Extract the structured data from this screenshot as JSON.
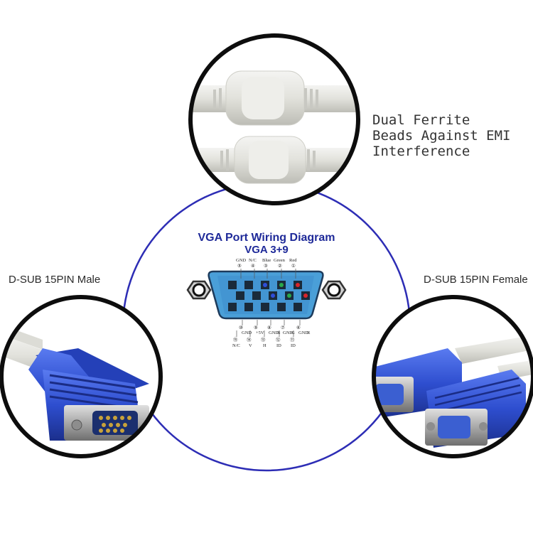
{
  "captions": {
    "ferrite": [
      "Dual Ferrite",
      "Beads Against EMI",
      "Interference"
    ],
    "male": "D-SUB 15PIN Male",
    "female": "D-SUB 15PIN Female"
  },
  "diagram": {
    "title": "VGA Port Wiring Diagram",
    "subtitle": "VGA 3+9",
    "top_labels": [
      {
        "name": "GND",
        "num": "⑤"
      },
      {
        "name": "N/C",
        "num": "④"
      },
      {
        "name": "Blue",
        "num": "③"
      },
      {
        "name": "Green",
        "num": "②"
      },
      {
        "name": "Red",
        "num": "①"
      }
    ],
    "mid_labels": [
      {
        "num": "⑩",
        "name": "GND"
      },
      {
        "num": "⑨",
        "name": "+5V"
      },
      {
        "num": "⑧",
        "name": "GND"
      },
      {
        "num": "⑦",
        "name": "GND"
      },
      {
        "num": "⑥",
        "name": "GND"
      }
    ],
    "mid_suffix": [
      "",
      "",
      "B",
      "G",
      "R"
    ],
    "bottom_labels": [
      {
        "num": "⑮",
        "name": "N/C"
      },
      {
        "num": "⑭",
        "name": "V"
      },
      {
        "num": "⑬",
        "name": "H"
      },
      {
        "num": "⑫",
        "name": "ID"
      },
      {
        "num": "⑪",
        "name": "ID"
      }
    ]
  },
  "colors": {
    "circle_ring": "#2d2db5",
    "connector_blue": "#2e4ecf",
    "port_face": "#4a9fd8",
    "pin_red": "#d8242a",
    "pin_green": "#2aa84a",
    "pin_blue": "#2f4ed8"
  }
}
